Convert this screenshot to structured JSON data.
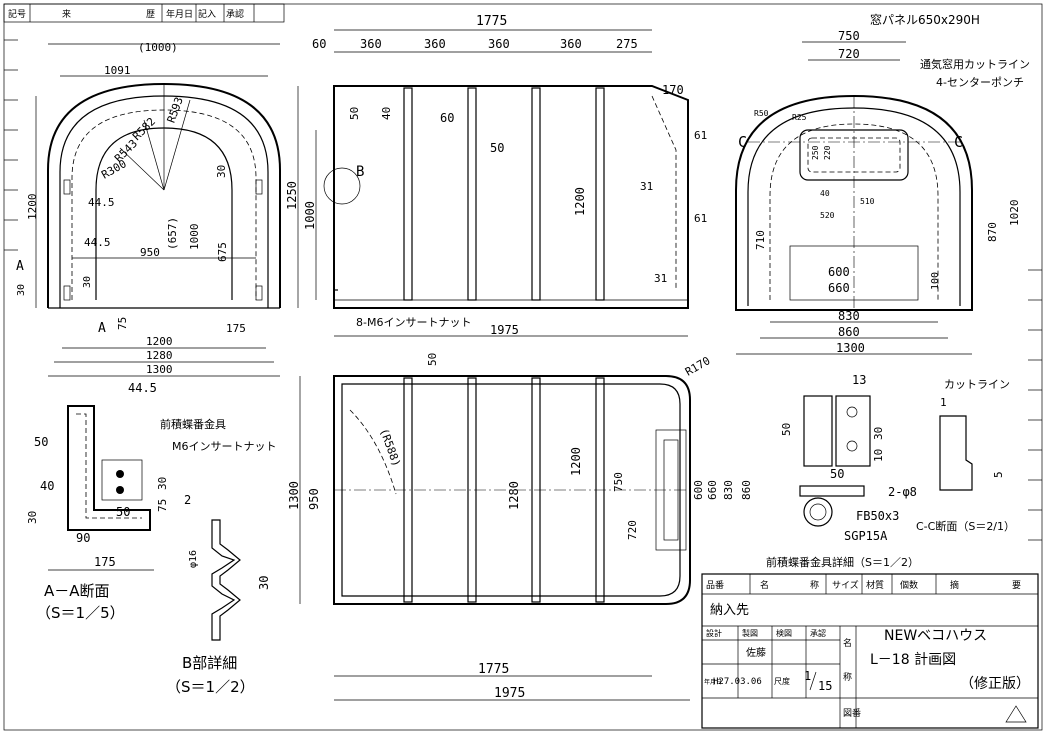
{
  "revision_header": [
    "記号",
    "来",
    "歴",
    "年月日",
    "記入",
    "承認"
  ],
  "dims_left": {
    "top_w": "(1000)",
    "w1091": "1091",
    "r593": "R593",
    "r582": "R582",
    "r543": "R543",
    "r300": "R300",
    "h1200": "1200",
    "d44a": "44.5",
    "d44b": "44.5",
    "w950": "950",
    "h657": "(657)",
    "h1000": "1000",
    "h675": "675",
    "d30a": "30",
    "d30b": "30",
    "d30c": "30",
    "d75": "75",
    "d175": "175",
    "w1200": "1200",
    "w1280": "1280",
    "w1300": "1300",
    "secA": "A",
    "secA2": "A"
  },
  "dims_side": {
    "total": "1775",
    "d60": "60",
    "s1": "360",
    "s2": "360",
    "s3": "360",
    "s4": "360",
    "s5": "275",
    "d170": "170",
    "d50": "50",
    "d40": "40",
    "d60b": "60",
    "d50b": "50",
    "h1250": "1250",
    "h1000": "1000",
    "h1200": "1200",
    "d61a": "61",
    "d61b": "61",
    "d31a": "31",
    "d31b": "31",
    "markB": "B",
    "nut": "8-M6インサートナット",
    "bottom": "1975"
  },
  "dims_front": {
    "panel": "窓パネル650x290H",
    "w750": "750",
    "w720": "720",
    "vent": "通気窓用カットライン",
    "punch": "4-センターポンチ",
    "r50": "R50",
    "r25": "R25",
    "secC": "C",
    "secC2": "C",
    "d40": "40",
    "d520": "520",
    "d510": "510",
    "d250": "250",
    "d220": "220",
    "h710": "710",
    "h870": "870",
    "h1020": "1020",
    "h100": "100",
    "w600": "600",
    "w660": "660",
    "w830": "830",
    "w860": "860",
    "w1300": "1300"
  },
  "dims_plan": {
    "d50": "50",
    "r170": "R170",
    "r588": "(R588)",
    "h1300": "1300",
    "h950": "950",
    "h1280": "1280",
    "h1200": "1200",
    "h750": "750",
    "h720": "720",
    "h600": "600",
    "h660": "660",
    "h830": "830",
    "h860": "860",
    "w1775": "1775",
    "w1975": "1975"
  },
  "section_aa": {
    "d44": "44.5",
    "hinge": "前積蝶番金具",
    "nut": "M6インサートナット",
    "d50": "50",
    "d40": "40",
    "d30a": "30",
    "d30b": "30",
    "d50b": "50",
    "d75": "75",
    "d90": "90",
    "d175": "175",
    "title": "A－A断面",
    "scale": "（S＝1／5）"
  },
  "detail_b": {
    "d2": "2",
    "d16": "φ16",
    "d30": "30",
    "title": "B部詳細",
    "scale": "（S＝1／2）"
  },
  "hinge_detail": {
    "d13": "13",
    "d50": "50",
    "d30": "30",
    "d10": "10",
    "d50b": "50",
    "holes": "2-φ8",
    "fb": "FB50x3",
    "sgp": "SGP15A",
    "title": "前積蝶番金具詳細（S＝1／2）"
  },
  "cut_detail": {
    "label": "カットライン",
    "d1": "1",
    "d5": "5",
    "title": "C-C断面（S＝2/1）"
  },
  "title_block": {
    "h_no": "品番",
    "h_name": "名",
    "h_name2": "称",
    "h_size": "サイズ",
    "h_mat": "材質",
    "h_qty": "個数",
    "h_note": "摘",
    "h_note2": "要",
    "customer_label": "納入先",
    "design": "設計",
    "draw": "製図",
    "check": "検図",
    "approve": "承認",
    "drawer": "佐藤",
    "date_label": "年月日",
    "date": "H27.03.06",
    "scale_label": "尺度",
    "scale_num": "1",
    "scale_den": "15",
    "name_label": "名",
    "name_label2": "称",
    "product": "NEWベコハウス",
    "drawing": "L－18 計画図",
    "rev": "（修正版）",
    "no_label": "図番"
  }
}
